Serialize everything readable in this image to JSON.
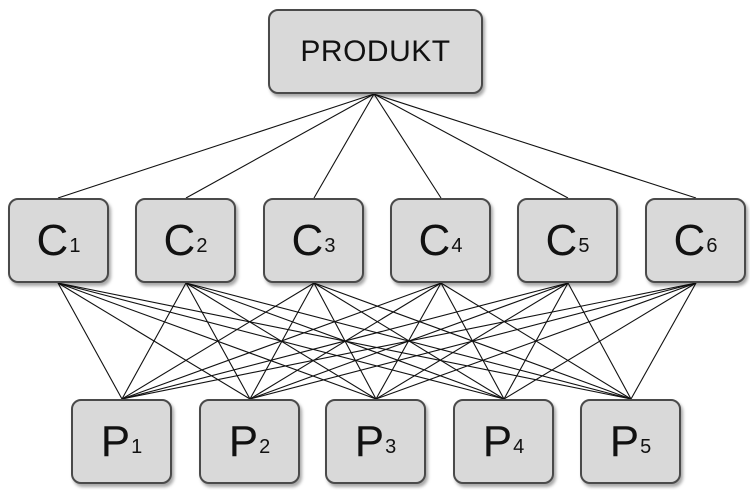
{
  "root": {
    "label": "PRODUKT"
  },
  "components": [
    {
      "letter": "C",
      "index": "1"
    },
    {
      "letter": "C",
      "index": "2"
    },
    {
      "letter": "C",
      "index": "3"
    },
    {
      "letter": "C",
      "index": "4"
    },
    {
      "letter": "C",
      "index": "5"
    },
    {
      "letter": "C",
      "index": "6"
    }
  ],
  "parts": [
    {
      "letter": "P",
      "index": "1"
    },
    {
      "letter": "P",
      "index": "2"
    },
    {
      "letter": "P",
      "index": "3"
    },
    {
      "letter": "P",
      "index": "4"
    },
    {
      "letter": "P",
      "index": "5"
    }
  ],
  "colors": {
    "node_fill": "#d9d9d9",
    "node_border": "#4a4a4a",
    "edge": "#111111"
  }
}
